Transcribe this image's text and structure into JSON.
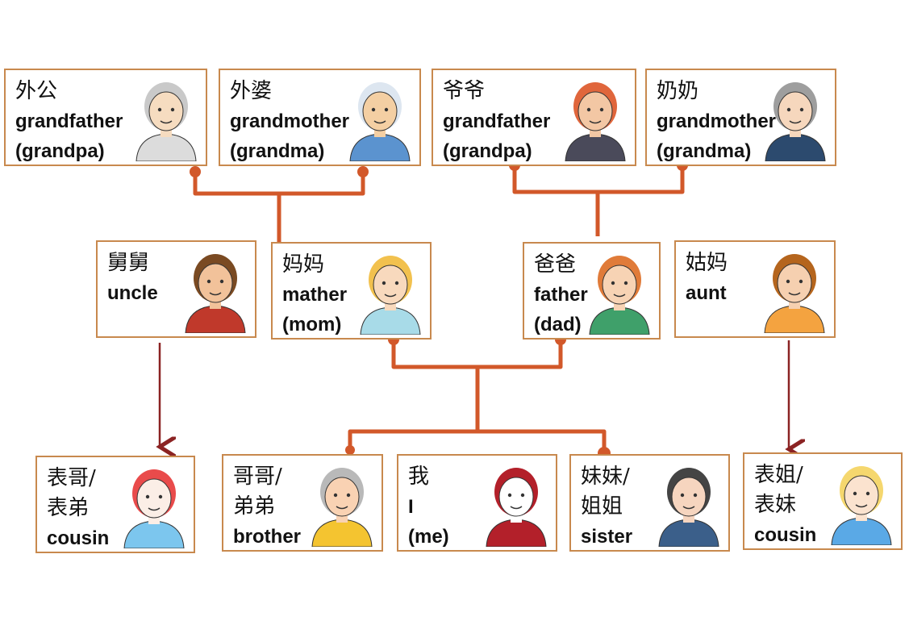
{
  "colors": {
    "border": "#c8894e",
    "connector": "#d2582a",
    "arrow": "#8b2323"
  },
  "members": [
    {
      "zh": "外公",
      "en": "grandfather",
      "en2": "(grandpa)",
      "icon": "grandpa-icon",
      "skin": "#f6dcc0",
      "hair": "#c9c9c9",
      "shirt": "#dcdcdc"
    },
    {
      "zh": "外婆",
      "en": "grandmother",
      "en2": "(grandma)",
      "icon": "grandma-icon",
      "skin": "#f4cfa3",
      "hair": "#dde6f0",
      "shirt": "#5b93cf"
    },
    {
      "zh": "爷爷",
      "en": "grandfather",
      "en2": "(grandpa)",
      "icon": "grandpa-icon",
      "skin": "#f3c7a4",
      "hair": "#e0663c",
      "shirt": "#4a4a5a"
    },
    {
      "zh": "奶奶",
      "en": "grandmother",
      "en2": "(grandma)",
      "icon": "grandma-icon",
      "skin": "#f6d7bd",
      "hair": "#9e9e9e",
      "shirt": "#2c4a6e"
    },
    {
      "zh": "舅舅",
      "en": "uncle",
      "en2": "",
      "icon": "uncle-icon",
      "skin": "#f2c29a",
      "hair": "#7a4a22",
      "shirt": "#c0392b"
    },
    {
      "zh": "妈妈",
      "en": "mather",
      "en2": "(mom)",
      "icon": "mom-icon",
      "skin": "#f8d9bd",
      "hair": "#f2c14e",
      "shirt": "#a8dbe8"
    },
    {
      "zh": "爸爸",
      "en": "father",
      "en2": "(dad)",
      "icon": "dad-icon",
      "skin": "#f7d3b4",
      "hair": "#e07b39",
      "shirt": "#3fa06a"
    },
    {
      "zh": "姑妈",
      "en": "aunt",
      "en2": "",
      "icon": "aunt-icon",
      "skin": "#f6d0b0",
      "hair": "#b5651d",
      "shirt": "#f4a340"
    },
    {
      "zh": "表哥/",
      "zh2": "表弟",
      "en": "cousin",
      "icon": "cousin-boy-icon",
      "skin": "#fbeee6",
      "hair": "#e94b4b",
      "shirt": "#7cc6ee"
    },
    {
      "zh": "哥哥/",
      "zh2": "弟弟",
      "en": "brother",
      "icon": "brother-icon",
      "skin": "#f9d2b3",
      "hair": "#b9b9b9",
      "shirt": "#f4c430"
    },
    {
      "zh": "我",
      "zh2": "I",
      "en": "(me)",
      "icon": "me-icon",
      "skin": "#ffffff",
      "hair": "#b3202a",
      "shirt": "#b3202a"
    },
    {
      "zh": "妹妹/",
      "zh2": "姐姐",
      "en": "sister",
      "icon": "sister-icon",
      "skin": "#f6d5bf",
      "hair": "#444444",
      "shirt": "#3b5f8a"
    },
    {
      "zh": "表姐/",
      "zh2": "表妹",
      "en": "cousin",
      "icon": "cousin-girl-icon",
      "skin": "#fbe3cf",
      "hair": "#f5d76e",
      "shirt": "#5aa9e6"
    }
  ]
}
